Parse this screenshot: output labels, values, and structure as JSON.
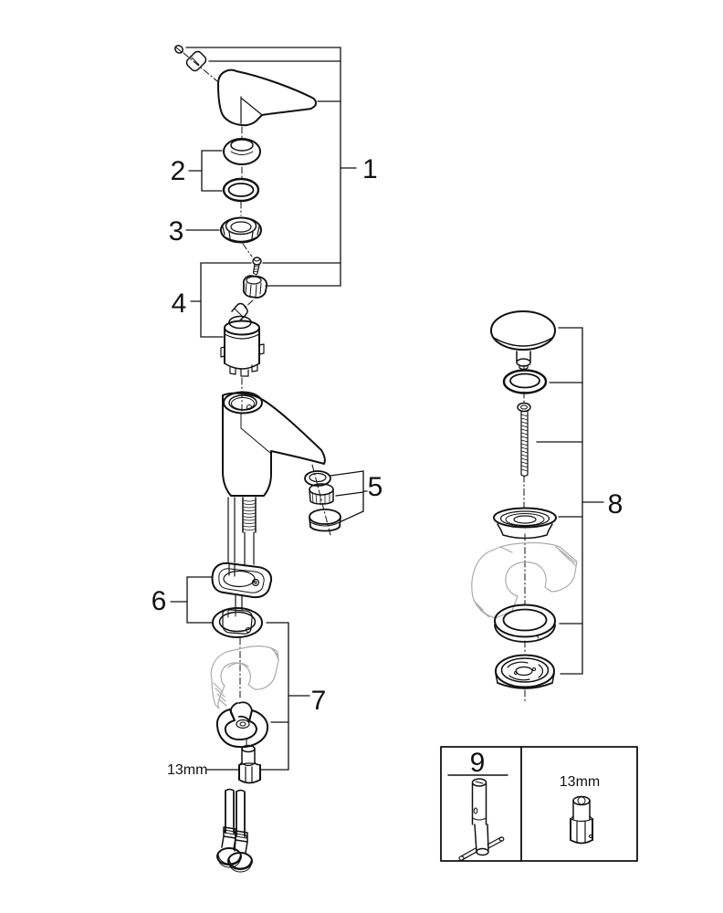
{
  "figure": {
    "type": "exploded-parts-diagram",
    "subject": "single-lever basin faucet with pop-up drain assembly",
    "callouts": {
      "c1": "1",
      "c2": "2",
      "c3": "3",
      "c4": "4",
      "c5": "5",
      "c6": "6",
      "c7": "7",
      "c8": "8",
      "c9": "9"
    },
    "annotations": {
      "wrench_size_inline": "13mm",
      "wrench_size_box": "13mm"
    },
    "colors": {
      "line": "#111111",
      "muted_cutaway": "#ababab",
      "background": "#ffffff"
    }
  }
}
